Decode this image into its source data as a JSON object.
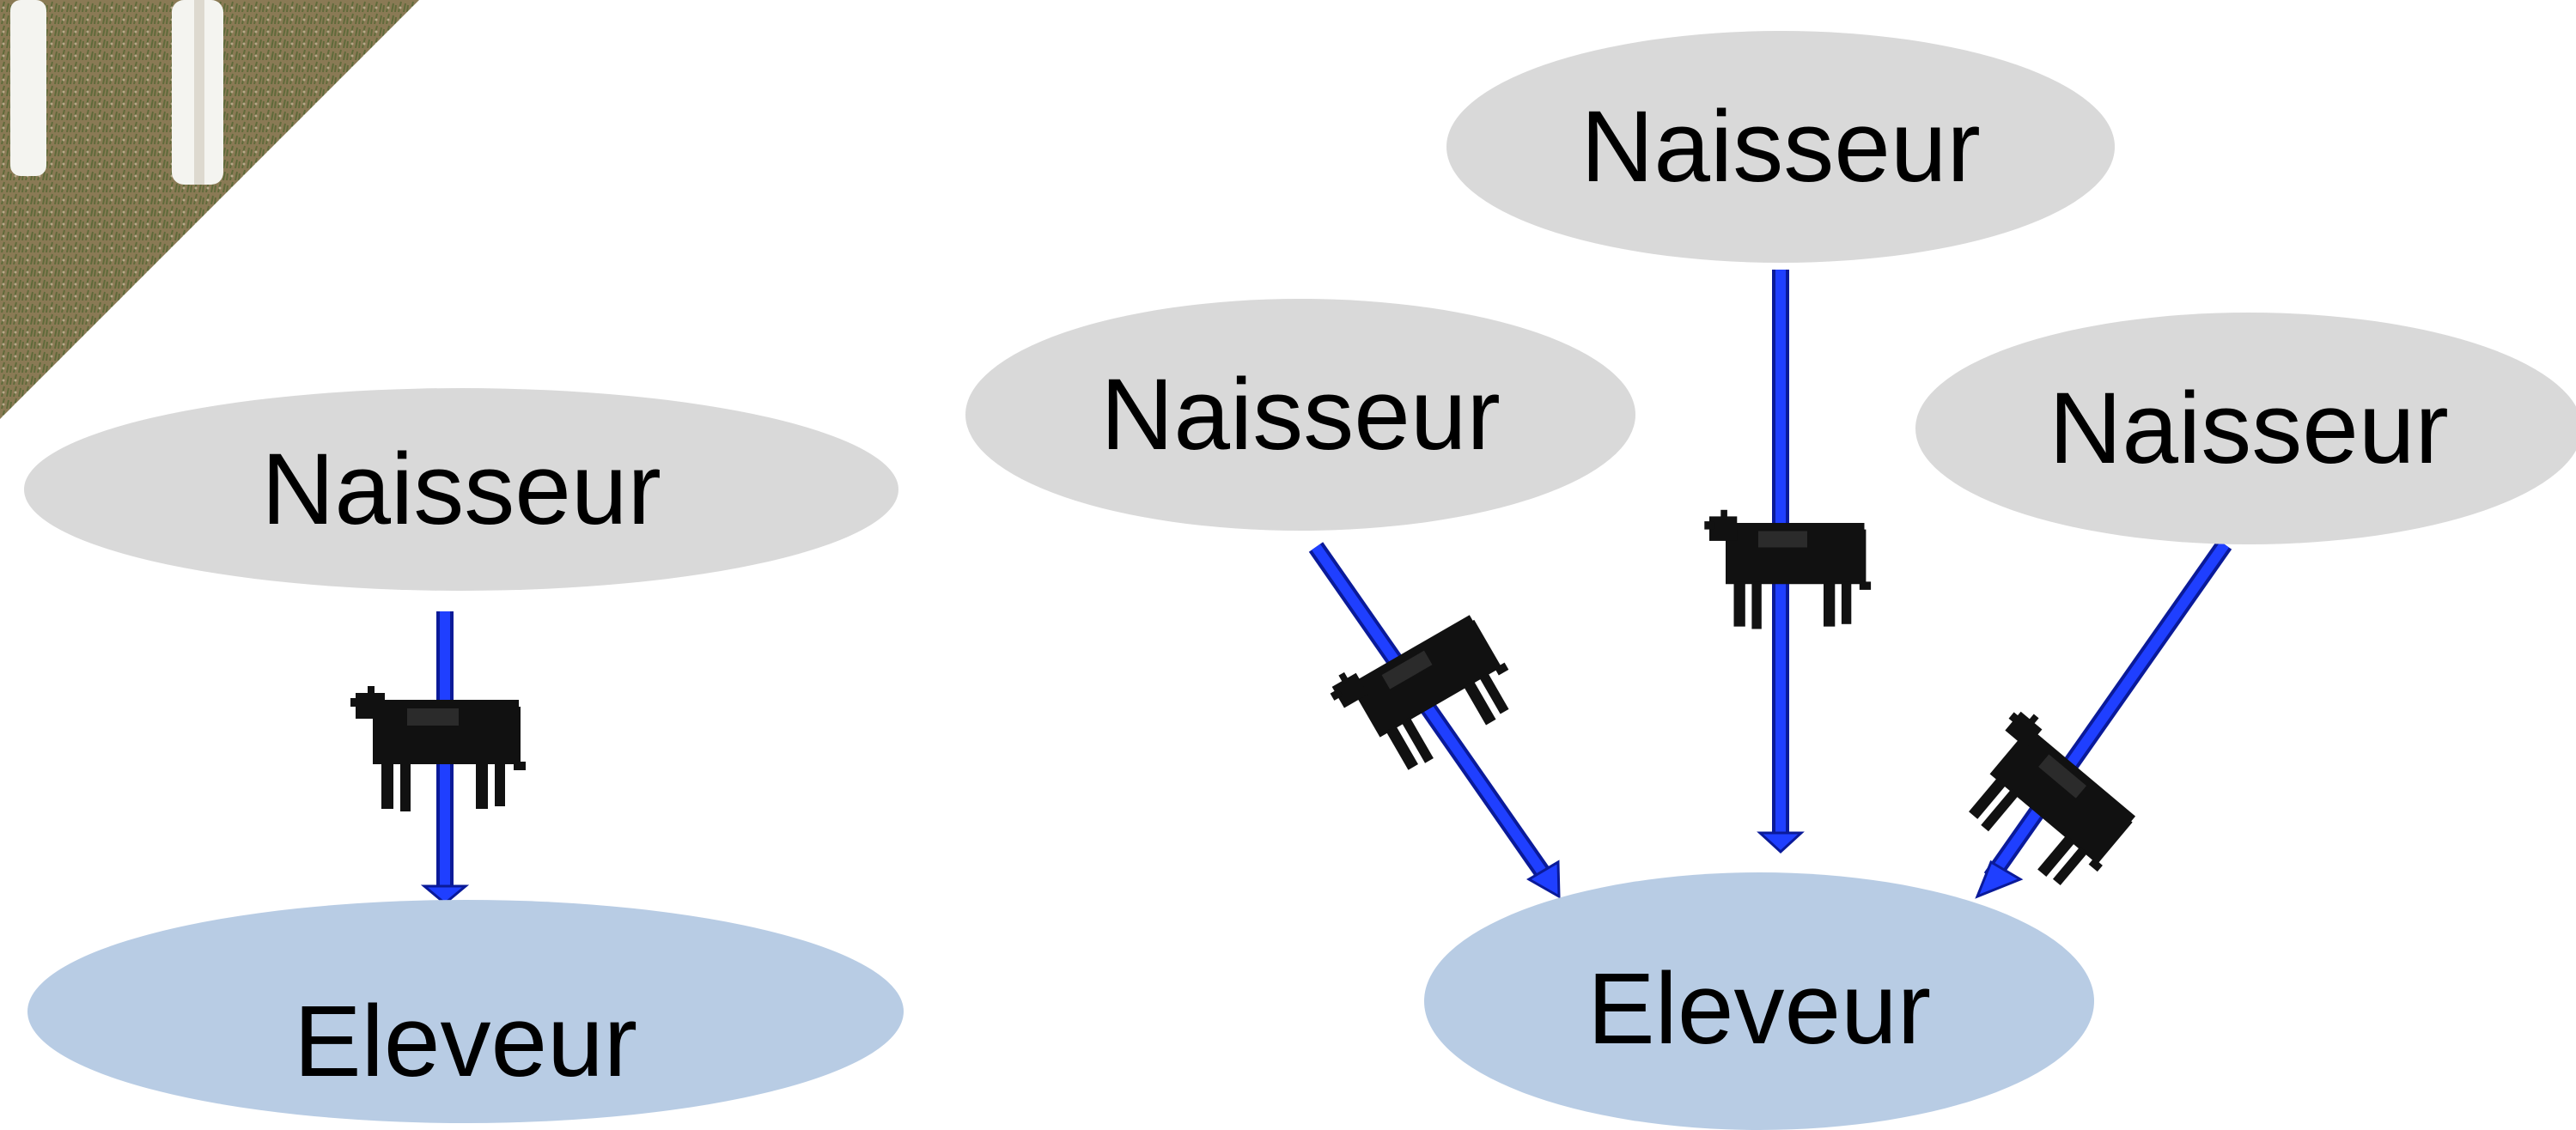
{
  "diagram": {
    "left": {
      "breeder_label": "Naisseur",
      "raiser_label": "Eleveur"
    },
    "right": {
      "breeders": [
        {
          "label": "Naisseur"
        },
        {
          "label": "Naisseur"
        },
        {
          "label": "Naisseur"
        }
      ],
      "raiser_label": "Eleveur"
    }
  },
  "colors": {
    "breeder_fill": "#d9d9d9",
    "raiser_fill": "#b8cce4",
    "arrow": "#1f3fff",
    "arrow_edge": "#0a1a99",
    "cow": "#111111"
  },
  "icons": {
    "cow": "cow-icon",
    "photo_corner": "cow-photo"
  }
}
